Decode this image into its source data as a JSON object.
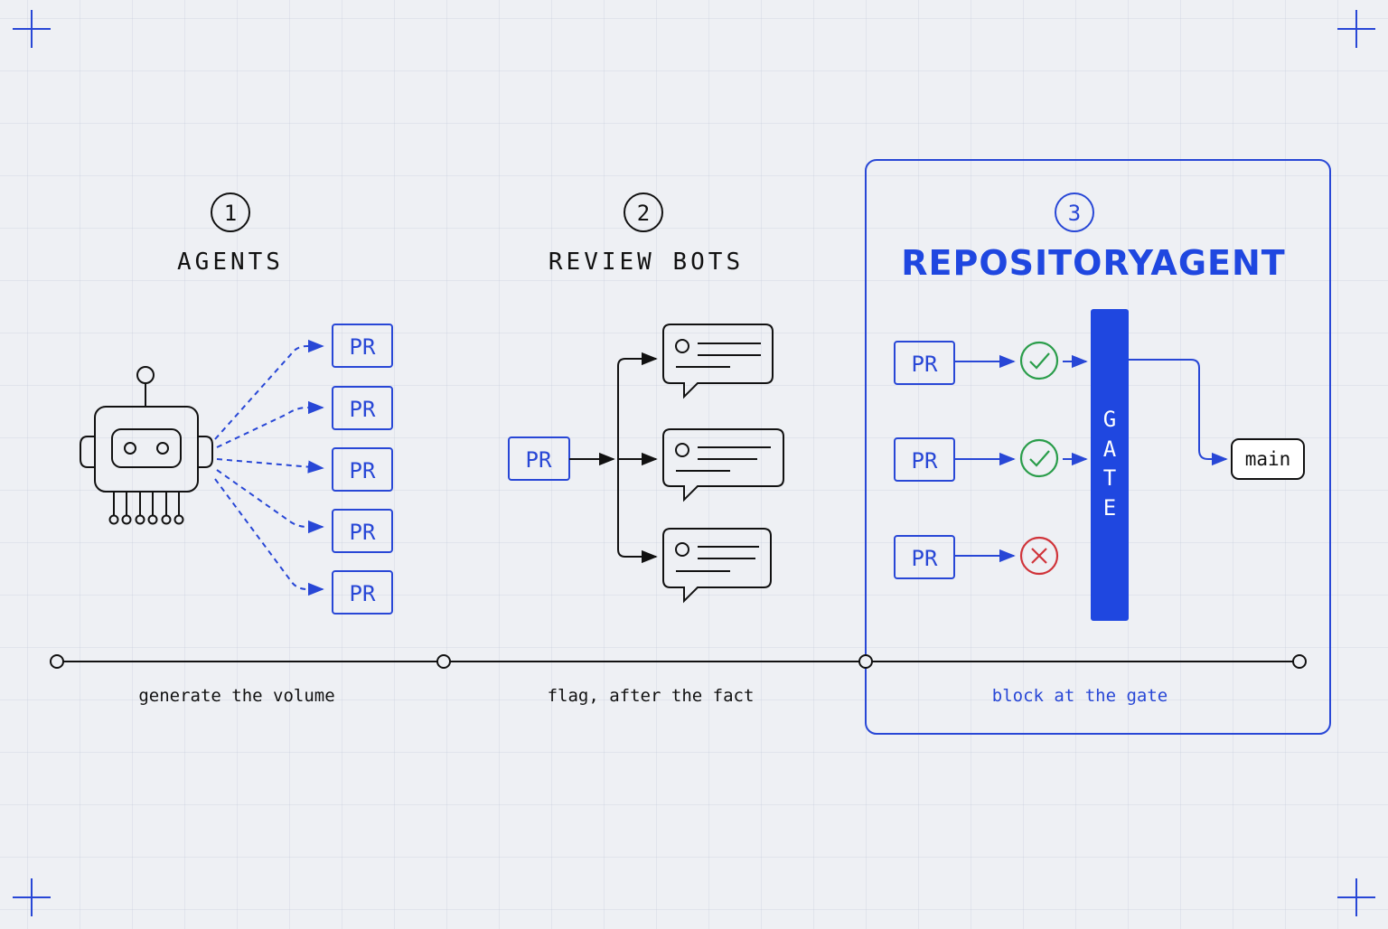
{
  "stages": [
    {
      "number": "1",
      "title": "AGENTS",
      "caption": "generate the volume"
    },
    {
      "number": "2",
      "title": "REVIEW BOTS",
      "caption": "flag, after the fact"
    },
    {
      "number": "3",
      "title": "REPOSITORYAGENT",
      "caption": "block at the gate"
    }
  ],
  "pr_label": "PR",
  "gate": {
    "letters": [
      "G",
      "A",
      "T",
      "E"
    ]
  },
  "target_branch": "main",
  "icons": {
    "agent": "robot-icon",
    "comment": "speech-bubble-icon",
    "pass": "check-circle-icon",
    "fail": "x-circle-icon"
  },
  "colors": {
    "accent": "#1f47e0",
    "pass": "#2a9d4a",
    "fail": "#d0343a",
    "ink": "#111111"
  }
}
